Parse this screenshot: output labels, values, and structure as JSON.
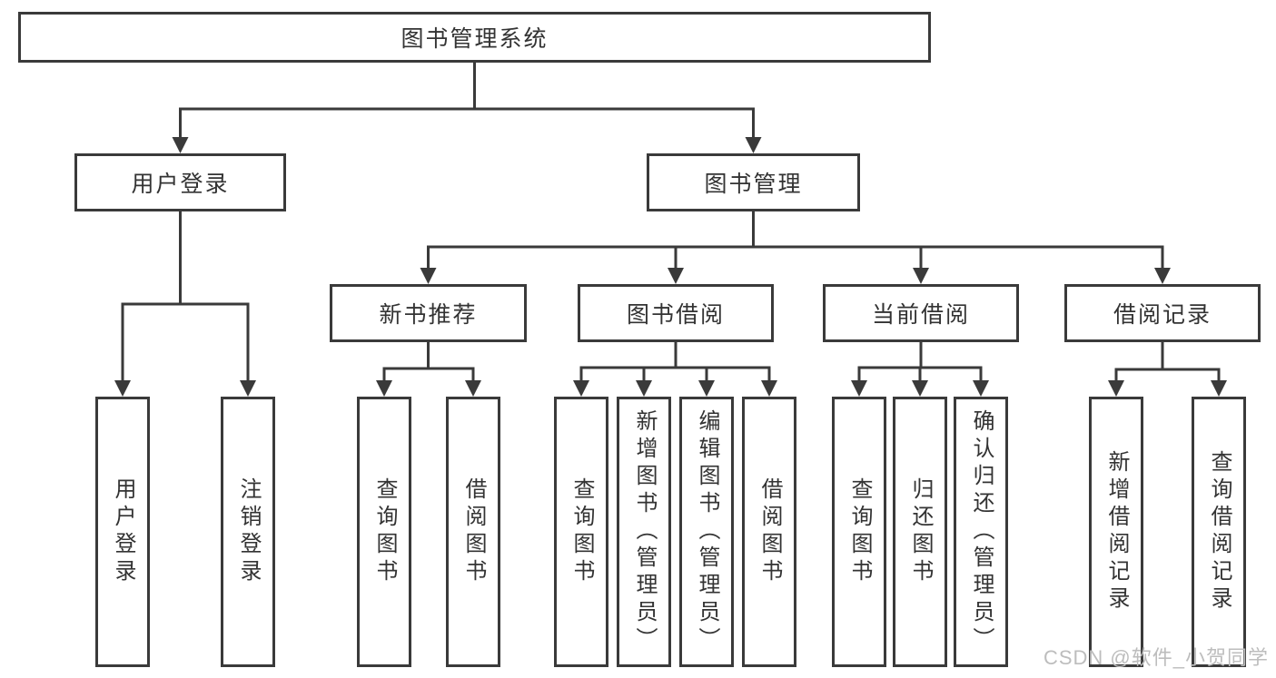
{
  "colors": {
    "line": "#3a3a3a",
    "box_border": "#3a3a3a",
    "text": "#333333",
    "watermark": "#bdbdbd",
    "background": "#ffffff"
  },
  "tree": {
    "root": {
      "label": "图书管理系统"
    },
    "branches": [
      {
        "label": "用户登录",
        "children": [
          {
            "label": "用户登录"
          },
          {
            "label": "注销登录"
          }
        ]
      },
      {
        "label": "图书管理",
        "groups": [
          {
            "label": "新书推荐",
            "children": [
              {
                "label": "查询图书"
              },
              {
                "label": "借阅图书"
              }
            ]
          },
          {
            "label": "图书借阅",
            "children": [
              {
                "label": "查询图书"
              },
              {
                "label": "新增图书（管理员）"
              },
              {
                "label": "编辑图书（管理员）"
              },
              {
                "label": "借阅图书"
              }
            ]
          },
          {
            "label": "当前借阅",
            "children": [
              {
                "label": "查询图书"
              },
              {
                "label": "归还图书"
              },
              {
                "label": "确认归还（管理员）"
              }
            ]
          },
          {
            "label": "借阅记录",
            "children": [
              {
                "label": "新增借阅记录"
              },
              {
                "label": "查询借阅记录"
              }
            ]
          }
        ]
      }
    ]
  },
  "watermark": {
    "text": "CSDN @软件_小贺同学"
  }
}
